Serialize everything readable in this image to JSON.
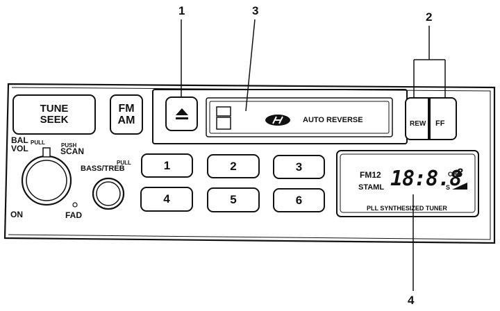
{
  "callouts": {
    "c1": "1",
    "c2": "2",
    "c3": "3",
    "c4": "4"
  },
  "tune_seek": {
    "tune": "TUNE",
    "seek": "SEEK",
    "down_arrow": "chevron-down",
    "up_arrow": "chevron-up"
  },
  "band": {
    "fm": "FM",
    "am": "AM"
  },
  "eject": {
    "icon": "eject-icon"
  },
  "cassette": {
    "auto_reverse": "AUTO REVERSE",
    "logo": "hyundai-logo"
  },
  "tape_buttons": {
    "rew": "REW",
    "ff": "FF"
  },
  "volume": {
    "bal": "BAL",
    "pull": "PULL",
    "vol": "VOL",
    "push": "PUSH",
    "scan": "SCAN",
    "on": "ON",
    "fad": "FAD"
  },
  "bass_treb": {
    "pull": "PULL",
    "label": "BASS/TREB"
  },
  "presets": [
    "1",
    "2",
    "3",
    "4",
    "5",
    "6"
  ],
  "display": {
    "band": "FM12",
    "staml": "STAML",
    "digits": "18:8.8",
    "ch": "CH",
    "ch_digit": "8",
    "s": "S",
    "caption": "PLL SYNTHESIZED TUNER"
  }
}
